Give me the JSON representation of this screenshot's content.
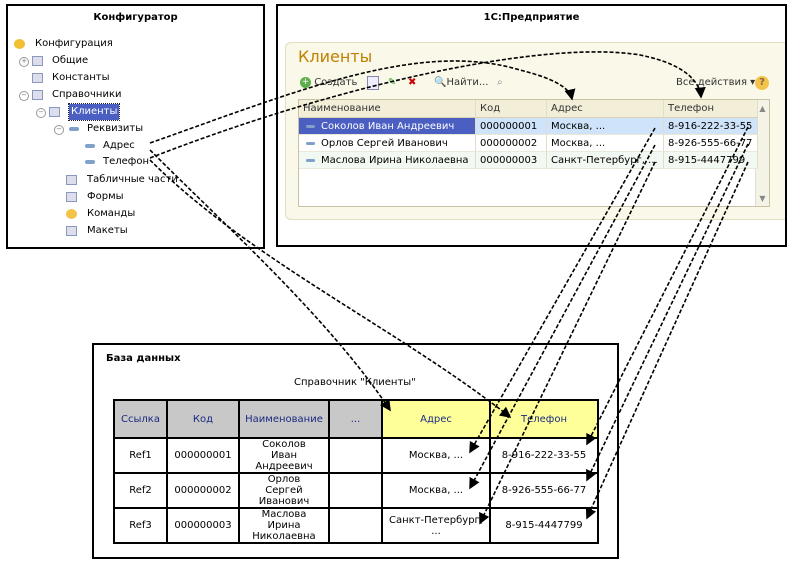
{
  "configurator": {
    "title": "Конфигуратор",
    "tree": [
      {
        "label": "Конфигурация",
        "icon": "configuration-icon"
      },
      {
        "label": "Общие",
        "icon": "common-icon",
        "expander": "+"
      },
      {
        "label": "Константы",
        "icon": "constants-icon"
      },
      {
        "label": "Справочники",
        "icon": "catalogs-icon",
        "expander": "−"
      },
      {
        "label": "Клиенты",
        "icon": "catalog-icon",
        "expander": "−",
        "selected": true
      },
      {
        "label": "Реквизиты",
        "icon": "attributes-icon",
        "expander": "−"
      },
      {
        "label": "Адрес",
        "icon": "attribute-icon"
      },
      {
        "label": "Телефон",
        "icon": "attribute-icon"
      },
      {
        "label": "Табличные части",
        "icon": "tabular-sections-icon"
      },
      {
        "label": "Формы",
        "icon": "forms-icon"
      },
      {
        "label": "Команды",
        "icon": "commands-icon"
      },
      {
        "label": "Макеты",
        "icon": "templates-icon"
      }
    ]
  },
  "enterprise": {
    "title": "1С:Предприятие",
    "form_title": "Клиенты",
    "toolbar": {
      "create": "Создать",
      "find": "Найти...",
      "all_actions": "Все действия ▾",
      "help": "?"
    },
    "columns": [
      "Наименование",
      "Код",
      "Адрес",
      "Телефон"
    ],
    "rows": [
      [
        "Соколов Иван Андреевич",
        "000000001",
        "Москва, ...",
        "8-916-222-33-55"
      ],
      [
        "Орлов Сергей Иванович",
        "000000002",
        "Москва, ...",
        "8-926-555-66-77"
      ],
      [
        "Маслова Ирина Николаевна",
        "000000003",
        "Санкт-Петербург, ...",
        "8-915-4447799"
      ]
    ]
  },
  "database": {
    "title": "База данных",
    "caption": "Справочник \"Клиенты\"",
    "columns": [
      "Ссылка",
      "Код",
      "Наименование",
      "...",
      "Адрес",
      "Телефон"
    ],
    "rows": [
      [
        "Ref1",
        "000000001",
        "Соколов Иван Андреевич",
        "",
        "Москва, ...",
        "8-916-222-33-55"
      ],
      [
        "Ref2",
        "000000002",
        "Орлов Сергей Иванович",
        "",
        "Москва, ...",
        "8-926-555-66-77"
      ],
      [
        "Ref3",
        "000000003",
        "Маслова Ирина Николаевна",
        "",
        "Санкт-Петербург, ...",
        "8-915-4447799"
      ]
    ]
  },
  "colors": {
    "selection": "#4a5fc1",
    "form_title": "#c08000",
    "highlight_header": "#ffff99",
    "header_gray": "#c8c8c8"
  }
}
